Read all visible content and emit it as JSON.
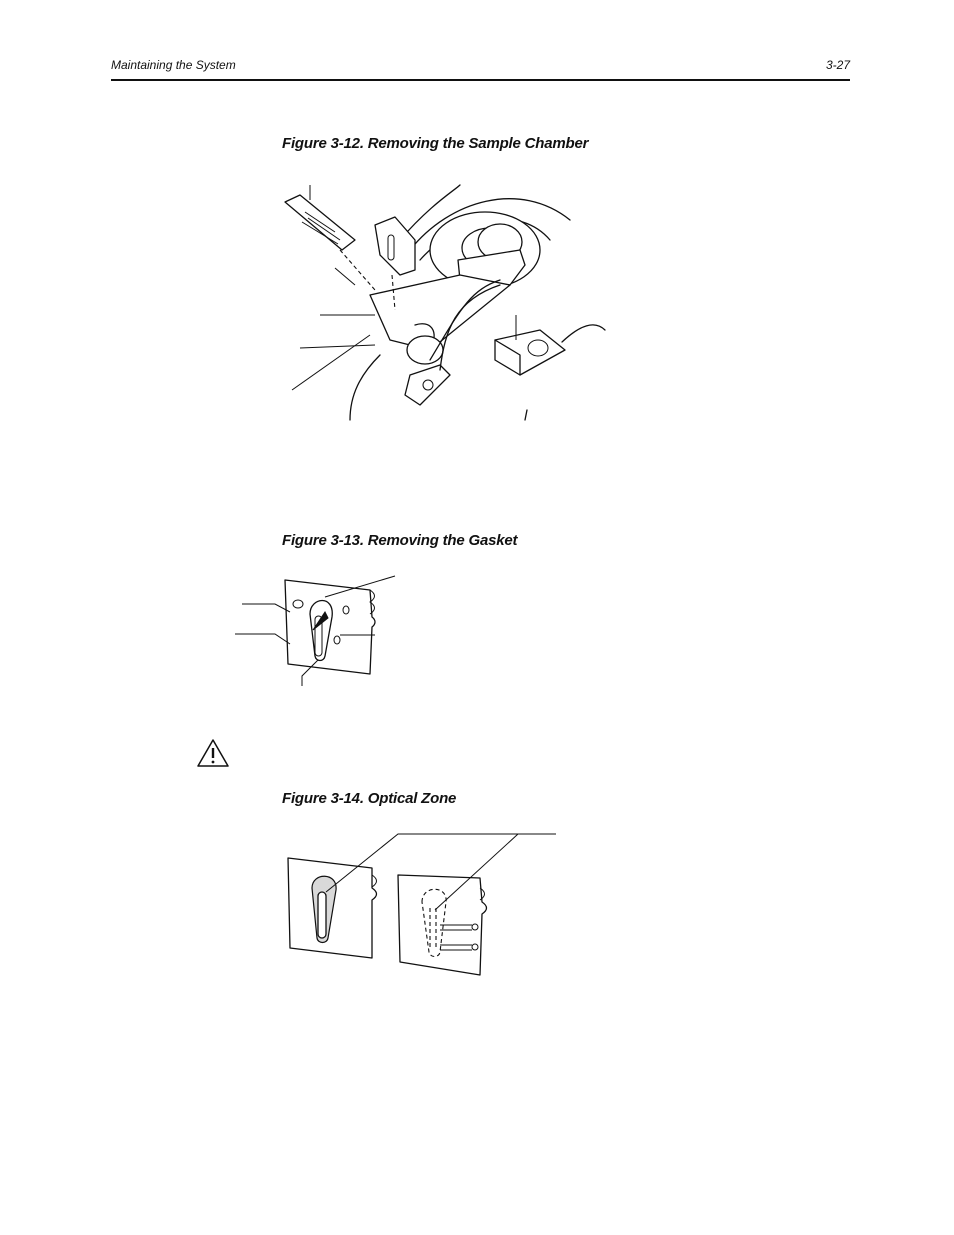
{
  "header": {
    "section_title": "Maintaining the System",
    "page_number": "3-27"
  },
  "figures": [
    {
      "caption": "Figure 3-12.  Removing the Sample Chamber"
    },
    {
      "caption": "Figure 3-13.  Removing the Gasket"
    },
    {
      "caption": "Figure 3-14.  Optical Zone"
    }
  ],
  "icons": {
    "warning": "warning-triangle-icon"
  }
}
